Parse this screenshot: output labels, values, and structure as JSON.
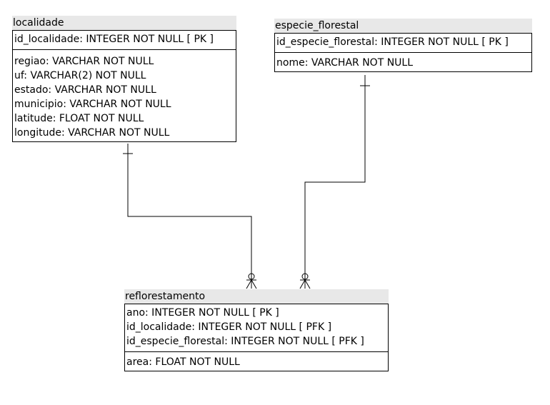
{
  "entities": {
    "localidade": {
      "name": "localidade",
      "pk": [
        "id_localidade: INTEGER   NOT NULL   [ PK ]"
      ],
      "attrs": [
        "regiao: VARCHAR   NOT NULL",
        "uf: VARCHAR(2)   NOT NULL",
        "estado: VARCHAR   NOT NULL",
        "municipio: VARCHAR   NOT NULL",
        "latitude: FLOAT   NOT NULL",
        "longitude: VARCHAR   NOT NULL"
      ]
    },
    "especie_florestal": {
      "name": "especie_florestal",
      "pk": [
        "id_especie_florestal: INTEGER   NOT NULL   [ PK ]"
      ],
      "attrs": [
        "nome: VARCHAR   NOT NULL"
      ]
    },
    "reflorestamento": {
      "name": "reflorestamento",
      "pk": [
        "ano: INTEGER   NOT NULL   [ PK ]",
        "id_localidade: INTEGER   NOT NULL   [ PFK ]",
        "id_especie_florestal: INTEGER   NOT NULL   [ PFK ]"
      ],
      "attrs": [
        "area: FLOAT   NOT NULL"
      ]
    }
  },
  "relationships": [
    {
      "from": "localidade",
      "to": "reflorestamento",
      "from_cardinality": "one",
      "to_cardinality": "zero-or-many"
    },
    {
      "from": "especie_florestal",
      "to": "reflorestamento",
      "from_cardinality": "one",
      "to_cardinality": "zero-or-many"
    }
  ]
}
